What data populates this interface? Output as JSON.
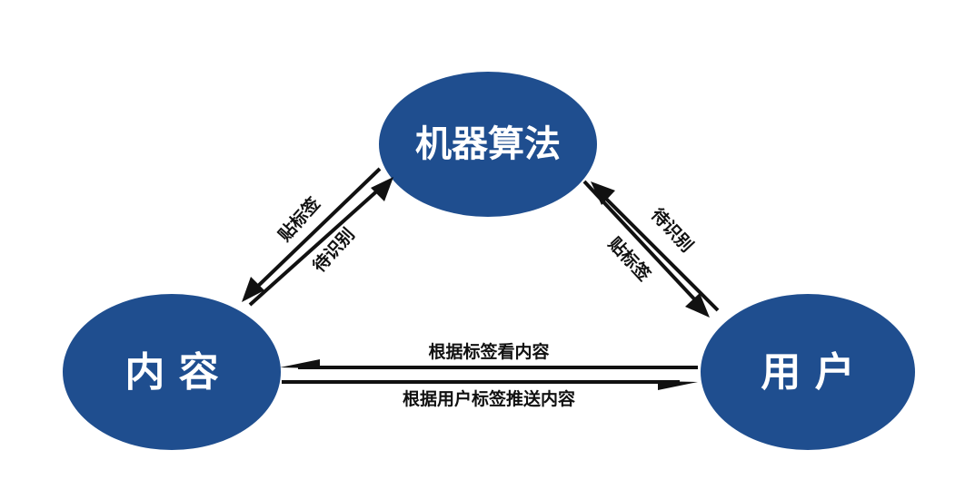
{
  "colors": {
    "node_fill": "#1f4e8f",
    "node_text": "#ffffff",
    "line": "#111111"
  },
  "nodes": {
    "algorithm": "机器算法",
    "content": "内 容",
    "user": "用 户"
  },
  "edges": {
    "algo_content_tag": "贴标签",
    "algo_content_identify": "待识别",
    "algo_user_identify": "待识别",
    "algo_user_tag": "贴标签",
    "user_to_content": "根据标签看内容",
    "content_to_user": "根据用户标签推送内容"
  }
}
